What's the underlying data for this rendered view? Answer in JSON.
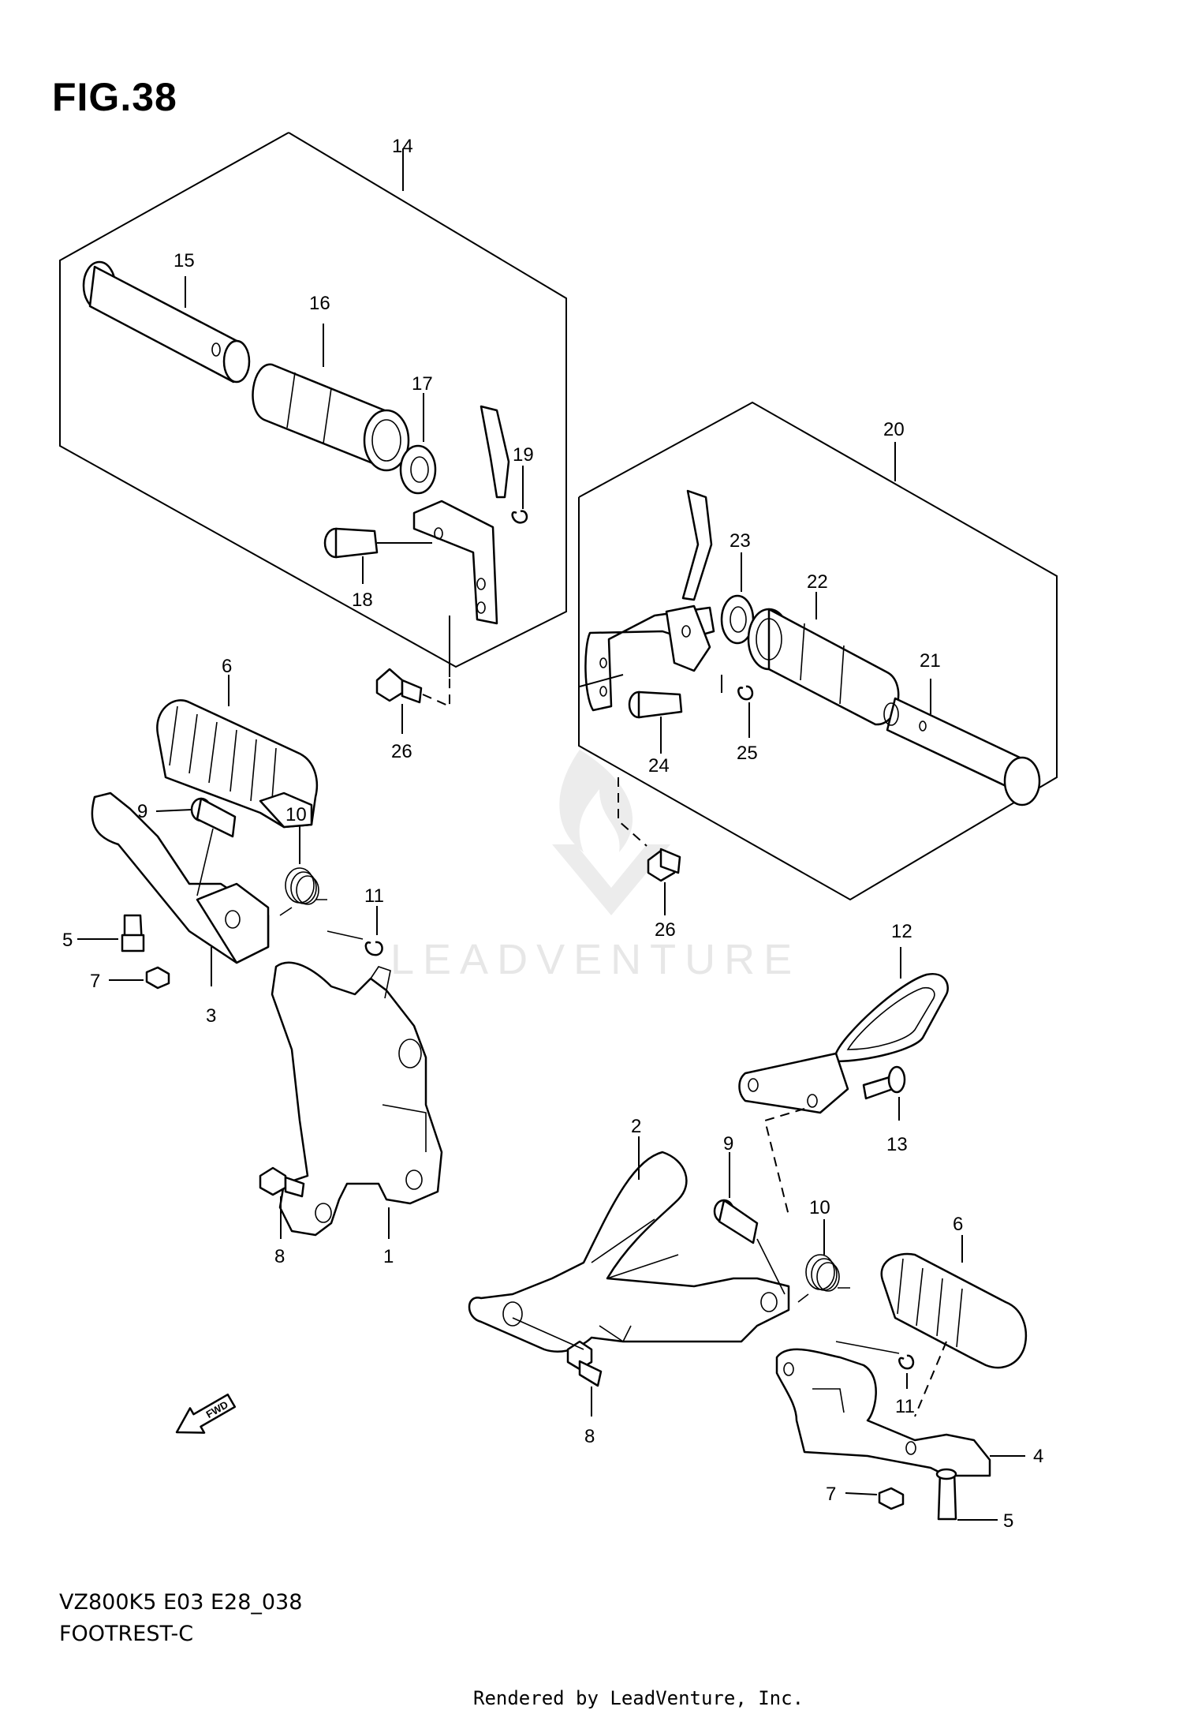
{
  "figure": {
    "title": "FIG.38"
  },
  "footer": {
    "model_code": "VZ800K5 E03 E28_038",
    "section_name": "FOOTREST-C"
  },
  "credit": "Rendered by LeadVenture, Inc.",
  "watermark": "LEADVENTURE",
  "fwd_label": "FWD",
  "callouts": [
    "14",
    "15",
    "16",
    "17",
    "19",
    "18",
    "26",
    "20",
    "23",
    "22",
    "21",
    "24",
    "25",
    "26",
    "6",
    "9",
    "10",
    "11",
    "5",
    "7",
    "3",
    "8",
    "1",
    "12",
    "13",
    "2",
    "9",
    "10",
    "6",
    "8",
    "11",
    "4",
    "7",
    "5"
  ]
}
